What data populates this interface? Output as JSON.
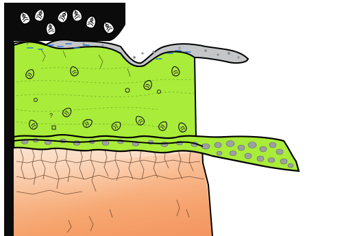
{
  "figure": {
    "type": "stratigraphic-section",
    "labels": [
      "?"
    ],
    "colors": {
      "background": "#ffffff",
      "outline": "#000000",
      "top_black_band": "#0b0b0b",
      "grey_crust": "#c4c6c8",
      "grey_pebbles": "#8f9294",
      "blue_marks": "#2a78d6",
      "green_layer": "#a9ec3a",
      "green_lines": "#6fb81e",
      "pebble_layer_fill": "#9ca0a2",
      "orange_top": "#fbd9bf",
      "orange_mid": "#f7a56a",
      "orange_deep": "#f4a070",
      "crack_lines": "#5a3a28"
    },
    "layers": [
      "shell-icons-band",
      "grey-crust",
      "green-shelly-layer",
      "pebble-lag",
      "orange-cracked-base"
    ],
    "icons": [
      "snail-shell-icon",
      "pebble-icon"
    ]
  }
}
